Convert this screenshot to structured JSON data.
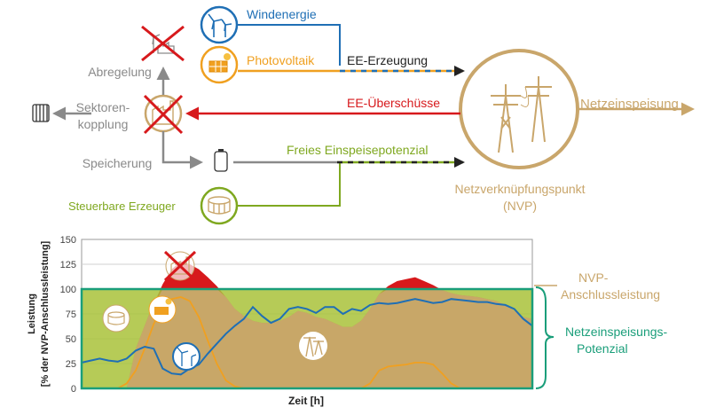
{
  "colors": {
    "wind": "#1f6fb5",
    "pv": "#f0a020",
    "surplus": "#d7191c",
    "potential": "#7fa820",
    "nvp": "#c9a66b",
    "gray": "#8a8a8a",
    "dark": "#222222",
    "teal": "#1a9e7a",
    "green_fill": "#a9c23a",
    "tan_fill": "#c9a66b",
    "red_fill": "#d7191c"
  },
  "icons": {
    "wind": "wind-turbine-icon",
    "pv": "solar-panel-icon",
    "curtailment": "wind-factory-crossed-icon",
    "sector": "factory-crossed-icon",
    "storage": "battery-icon",
    "heat": "radiator-icon",
    "controllable": "generator-plant-icon",
    "pylon": "power-pylon-icon"
  },
  "flow": {
    "wind_label": "Windenergie",
    "pv_label": "Photovoltaik",
    "ee_generation": "EE-Erzeugung",
    "abregelung": "Abregelung",
    "sektoren_1": "Sektoren-",
    "sektoren_2": "kopplung",
    "speicherung": "Speicherung",
    "surplus": "EE-Überschüsse",
    "free_potential": "Freies Einspeisepotenzial",
    "controllable": "Steuerbare Erzeuger",
    "grid_feed": "Netzeinspeisung",
    "nvp_line1": "Netzverknüpfungspunkt",
    "nvp_line2": "(NVP)"
  },
  "chart_data": {
    "type": "area",
    "x_label": "Zeit [h]",
    "y_label_1": "Leistung",
    "y_label_2": "[% der NVP-Anschlussleistung]",
    "y_ticks": [
      "0",
      "25",
      "50",
      "75",
      "100",
      "125",
      "150"
    ],
    "ylim": [
      0,
      150
    ],
    "xlim": [
      0,
      100
    ],
    "nvp_capacity": 100,
    "nvp_capacity_label_1": "NVP-",
    "nvp_capacity_label_2": "Anschlussleistung",
    "potential_label_1": "Netzeinspeisungs-",
    "potential_label_2": "Potenzial",
    "series": [
      {
        "key": "total",
        "x": [
          0,
          10,
          12,
          15,
          18,
          20,
          22,
          24,
          26,
          28,
          30,
          32,
          34,
          36,
          38,
          40,
          42,
          44,
          46,
          48,
          50,
          52,
          54,
          56,
          58,
          60,
          62,
          64,
          66,
          68,
          70,
          72,
          74,
          76,
          78,
          80,
          82,
          84,
          86,
          88,
          90,
          92,
          94,
          96,
          98,
          100
        ],
        "values": [
          0,
          0,
          40,
          75,
          105,
          120,
          128,
          125,
          120,
          112,
          103,
          92,
          80,
          73,
          68,
          66,
          66,
          68,
          72,
          78,
          76,
          72,
          70,
          66,
          62,
          62,
          68,
          80,
          95,
          103,
          108,
          110,
          112,
          108,
          104,
          99,
          96,
          94,
          93,
          92,
          90,
          88,
          84,
          78,
          72,
          70
        ]
      },
      {
        "key": "wind",
        "x": [
          0,
          2,
          4,
          6,
          8,
          10,
          12,
          14,
          16,
          18,
          20,
          22,
          24,
          26,
          28,
          30,
          32,
          34,
          36,
          38,
          40,
          42,
          44,
          46,
          48,
          50,
          52,
          54,
          56,
          58,
          60,
          62,
          64,
          66,
          68,
          70,
          72,
          74,
          76,
          78,
          80,
          82,
          84,
          86,
          88,
          90,
          92,
          94,
          96,
          98,
          100
        ],
        "values": [
          26,
          28,
          30,
          28,
          27,
          30,
          38,
          42,
          40,
          20,
          15,
          14,
          20,
          24,
          35,
          45,
          55,
          63,
          70,
          82,
          73,
          66,
          70,
          80,
          82,
          80,
          76,
          82,
          82,
          75,
          80,
          78,
          84,
          86,
          85,
          86,
          88,
          90,
          88,
          86,
          87,
          90,
          89,
          88,
          87,
          87,
          85,
          84,
          80,
          70,
          63
        ]
      },
      {
        "key": "pv",
        "x": [
          0,
          8,
          10,
          12,
          14,
          16,
          18,
          20,
          22,
          24,
          26,
          28,
          30,
          32,
          34,
          36,
          62,
          64,
          66,
          68,
          70,
          72,
          74,
          76,
          78,
          80,
          82,
          84,
          100
        ],
        "values": [
          0,
          0,
          5,
          18,
          40,
          65,
          82,
          90,
          92,
          88,
          72,
          48,
          25,
          8,
          2,
          0,
          0,
          5,
          18,
          22,
          23,
          24,
          26,
          26,
          24,
          15,
          5,
          0,
          0
        ]
      }
    ]
  }
}
